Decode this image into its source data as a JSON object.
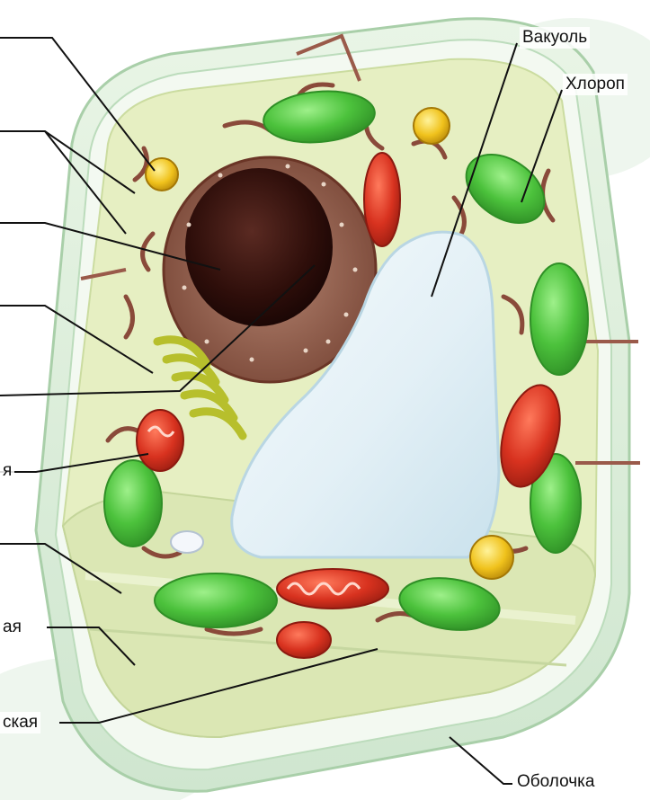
{
  "labels": {
    "vacuole": "Вакуоль",
    "chloroplast": "Хлороп",
    "left_6": "я",
    "left_7": "ая",
    "left_8": "ская",
    "shell": "Оболочка"
  },
  "colors": {
    "chloroplast": "#44c03a",
    "mitochondrion": "#d8321f",
    "vacuole": "#e6f1f6",
    "nucleus": "#3a1410",
    "cytoplasm": "#e6efc2",
    "wall": "#cfe8cf",
    "er": "#8a4a3a",
    "golgi": "#c7cf4a"
  }
}
